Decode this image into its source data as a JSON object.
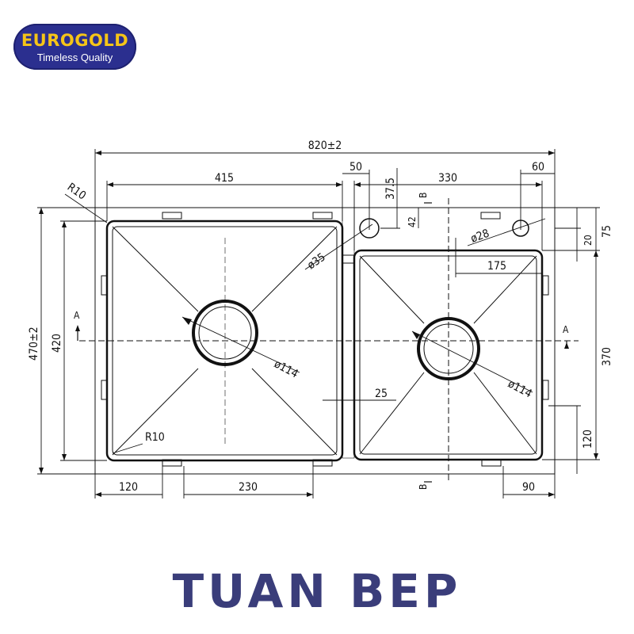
{
  "logo": {
    "brand": "EUROGOLD",
    "tagline": "Timeless Quality",
    "colors": {
      "background": "#2b2f8f",
      "brand_text": "#f5c518",
      "tagline_text": "#ffffff"
    }
  },
  "dimensions": {
    "overall_width": "820±2",
    "left_bowl_width": "415",
    "right_bowl_width": "330",
    "gap_width": "50",
    "right_tap_offset": "60",
    "vertical_37_5": "37.5",
    "vertical_42": "42",
    "overall_depth": "470±2",
    "left_bowl_depth": "420",
    "right_top_offset": "75",
    "right_top_20": "20",
    "right_bowl_depth": "370",
    "right_bottom_120": "120",
    "bottom_left_120": "120",
    "bottom_230": "230",
    "bottom_right_90": "90",
    "offset_175": "175",
    "offset_25": "25",
    "radius_top": "R10",
    "radius_bottom": "R10",
    "diameter_35": "ø35",
    "diameter_28": "ø28",
    "diameter_114_left": "ø114",
    "diameter_114_right": "ø114"
  },
  "section_marks": {
    "a_left": "A",
    "a_right": "A",
    "b_top": "B",
    "b_bottom": "B"
  },
  "footer": {
    "brand": "TUAN BEP",
    "color": "#3a3d7a"
  }
}
